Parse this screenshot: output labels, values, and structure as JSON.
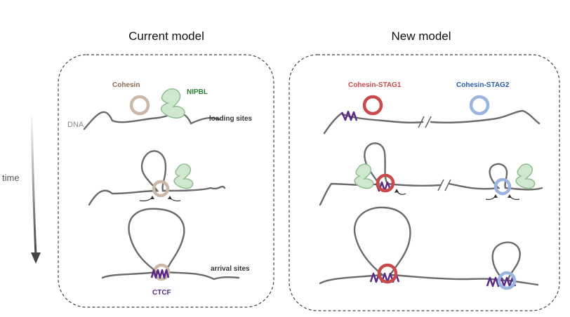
{
  "panels": {
    "current": {
      "title": "Current model"
    },
    "new": {
      "title": "New model"
    }
  },
  "labels": {
    "time": "time",
    "dna": "DNA",
    "cohesin": "Cohesin",
    "nipbl": "NIPBL",
    "loading_sites": "loading sites",
    "arrival_sites": "arrival sites",
    "ctcf": "CTCF",
    "cohesin_stag1": "Cohesin-STAG1",
    "cohesin_stag2": "Cohesin-STAG2"
  },
  "colors": {
    "dna": "#6b6b6b",
    "cohesin": "#cbb8a8",
    "cohesin_text": "#8c6a52",
    "nipbl_fill": "#cfe6cf",
    "nipbl_stroke": "#8fbe8f",
    "nipbl_text": "#2e7d32",
    "ctcf": "#5b2a86",
    "stag1": "#c94a4a",
    "stag2": "#9bb4e0",
    "stag2_text": "#2d5aa8",
    "arrow": "#333333"
  }
}
